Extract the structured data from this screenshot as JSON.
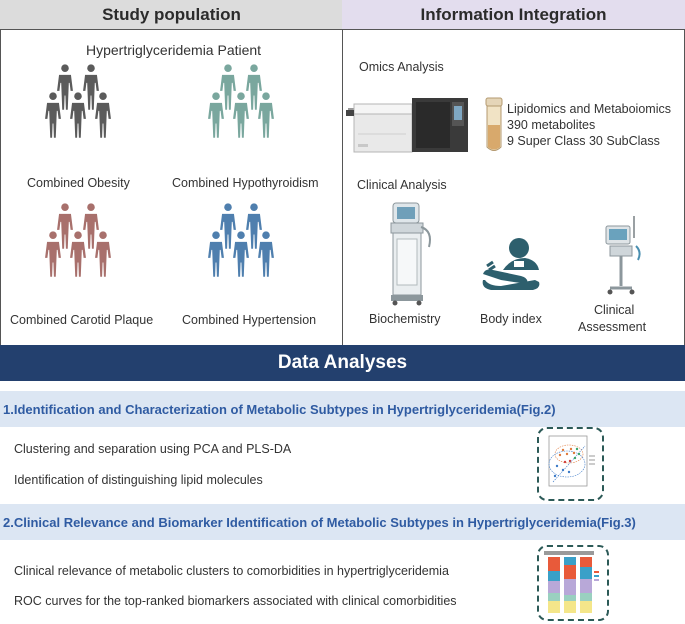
{
  "study_population": {
    "header": "Study population",
    "subtitle": "Hypertriglyceridemia Patient",
    "groups": [
      {
        "label": "Combined Obesity",
        "color": "#5b5b5b"
      },
      {
        "label": "Combined Hypothyroidism",
        "color": "#7aa79e"
      },
      {
        "label": "Combined Carotid Plaque",
        "color": "#a8706c"
      },
      {
        "label": "Combined Hypertension",
        "color": "#4f7fae"
      }
    ]
  },
  "information_integration": {
    "header": "Information Integration",
    "omics_title": "Omics Analysis",
    "omics_lines": [
      "Lipidomics and Metaboiomics",
      "390 metabolites",
      "9 Super Class 30 SubClass"
    ],
    "clinical_title": "Clinical Analysis",
    "clinical_items": [
      {
        "label": "Biochemistry",
        "icon": "biochemistry-analyzer-icon"
      },
      {
        "label": "Body index",
        "icon": "body-index-icon"
      },
      {
        "label_line1": "Clinical",
        "label_line2": "Assessment",
        "icon": "clinical-monitor-icon"
      }
    ]
  },
  "data_analyses": {
    "header": "Data Analyses",
    "sections": [
      {
        "title": "1.Identification and Characterization of Metabolic Subtypes in Hypertriglyceridemia(Fig.2)",
        "items": [
          "Clustering and separation using PCA and PLS-DA",
          "Identification of distinguishing lipid molecules"
        ],
        "thumbnail": "scatter-plot-thumbnail"
      },
      {
        "title": "2.Clinical Relevance and Biomarker Identification of Metabolic Subtypes in Hypertriglyceridemia(Fig.3)",
        "items": [
          "Clinical relevance of metabolic clusters to comorbidities in hypertriglyceridemia",
          "ROC curves for the top-ranked biomarkers associated with clinical comorbidities"
        ],
        "thumbnail": "stacked-bar-thumbnail"
      }
    ]
  },
  "colors": {
    "band": "#23406e",
    "section_bar": "#dce6f3",
    "section_text": "#2f5ba2",
    "dash": "#2c5a57",
    "icon_teal": "#2d5f6d"
  }
}
